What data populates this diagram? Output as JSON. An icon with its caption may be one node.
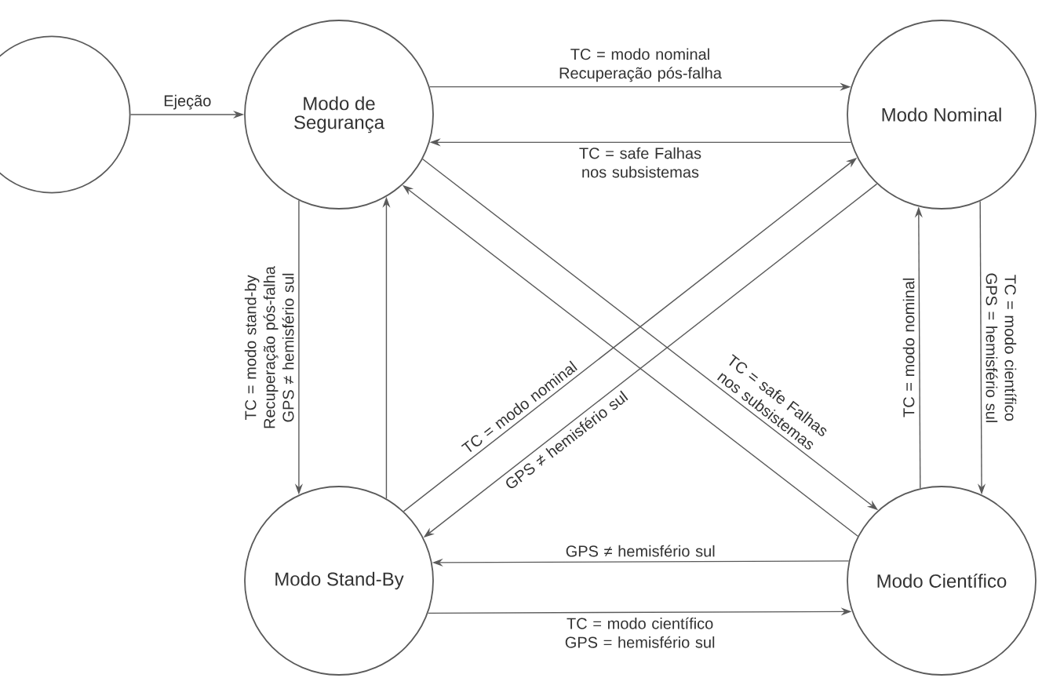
{
  "diagram": {
    "nodes": [
      {
        "text": [],
        "shape": "circle"
      },
      {
        "text": [
          "Modo de Segurança"
        ]
      },
      {
        "text": [
          "Modo Nominal"
        ]
      },
      {
        "text": [
          "Modo Stand-By"
        ]
      },
      {
        "text": [
          "Modo Científico"
        ]
      }
    ],
    "edges": [
      {
        "from": 0,
        "to": 1,
        "arrow": "to",
        "label": "Ejeção"
      },
      {
        "from": 1,
        "to": 2,
        "arrow": "to",
        "label": "TC = modo nominal Recuperação pós-falha"
      },
      {
        "from": 2,
        "to": 1,
        "arrow": "to",
        "label": "TC = safe Falhas nos subsistemas"
      },
      {
        "from": 1,
        "to": 3,
        "arrow": "to",
        "label": "TC = modo stand-by Recuperação pós-falha GPS ≠ hemisfério sul"
      },
      {
        "from": 3,
        "to": 1,
        "arrow": "to"
      },
      {
        "from": 3,
        "to": 2,
        "arrow": "to",
        "label": "TC = modo nominal"
      },
      {
        "from": 2,
        "to": 3,
        "arrow": "to",
        "label": "GPS ≠ hemisfério sul"
      },
      {
        "from": 1,
        "to": 4,
        "arrow": "to",
        "label": "TC = safe Falhas nos subsistemas"
      },
      {
        "from": 4,
        "to": 1,
        "arrow": "to"
      },
      {
        "from": 4,
        "to": 2,
        "arrow": "to",
        "label": "TC = modo nominal"
      },
      {
        "from": 2,
        "to": 4,
        "arrow": "to",
        "label": "TC = modo científico GPS = hemisfério sul"
      },
      {
        "from": 4,
        "to": 3,
        "arrow": "to",
        "label": "GPS ≠ hemisfério sul"
      },
      {
        "from": 3,
        "to": 4,
        "arrow": "to",
        "label": "TC = modo científico GPS = hemisfério sul"
      }
    ]
  }
}
